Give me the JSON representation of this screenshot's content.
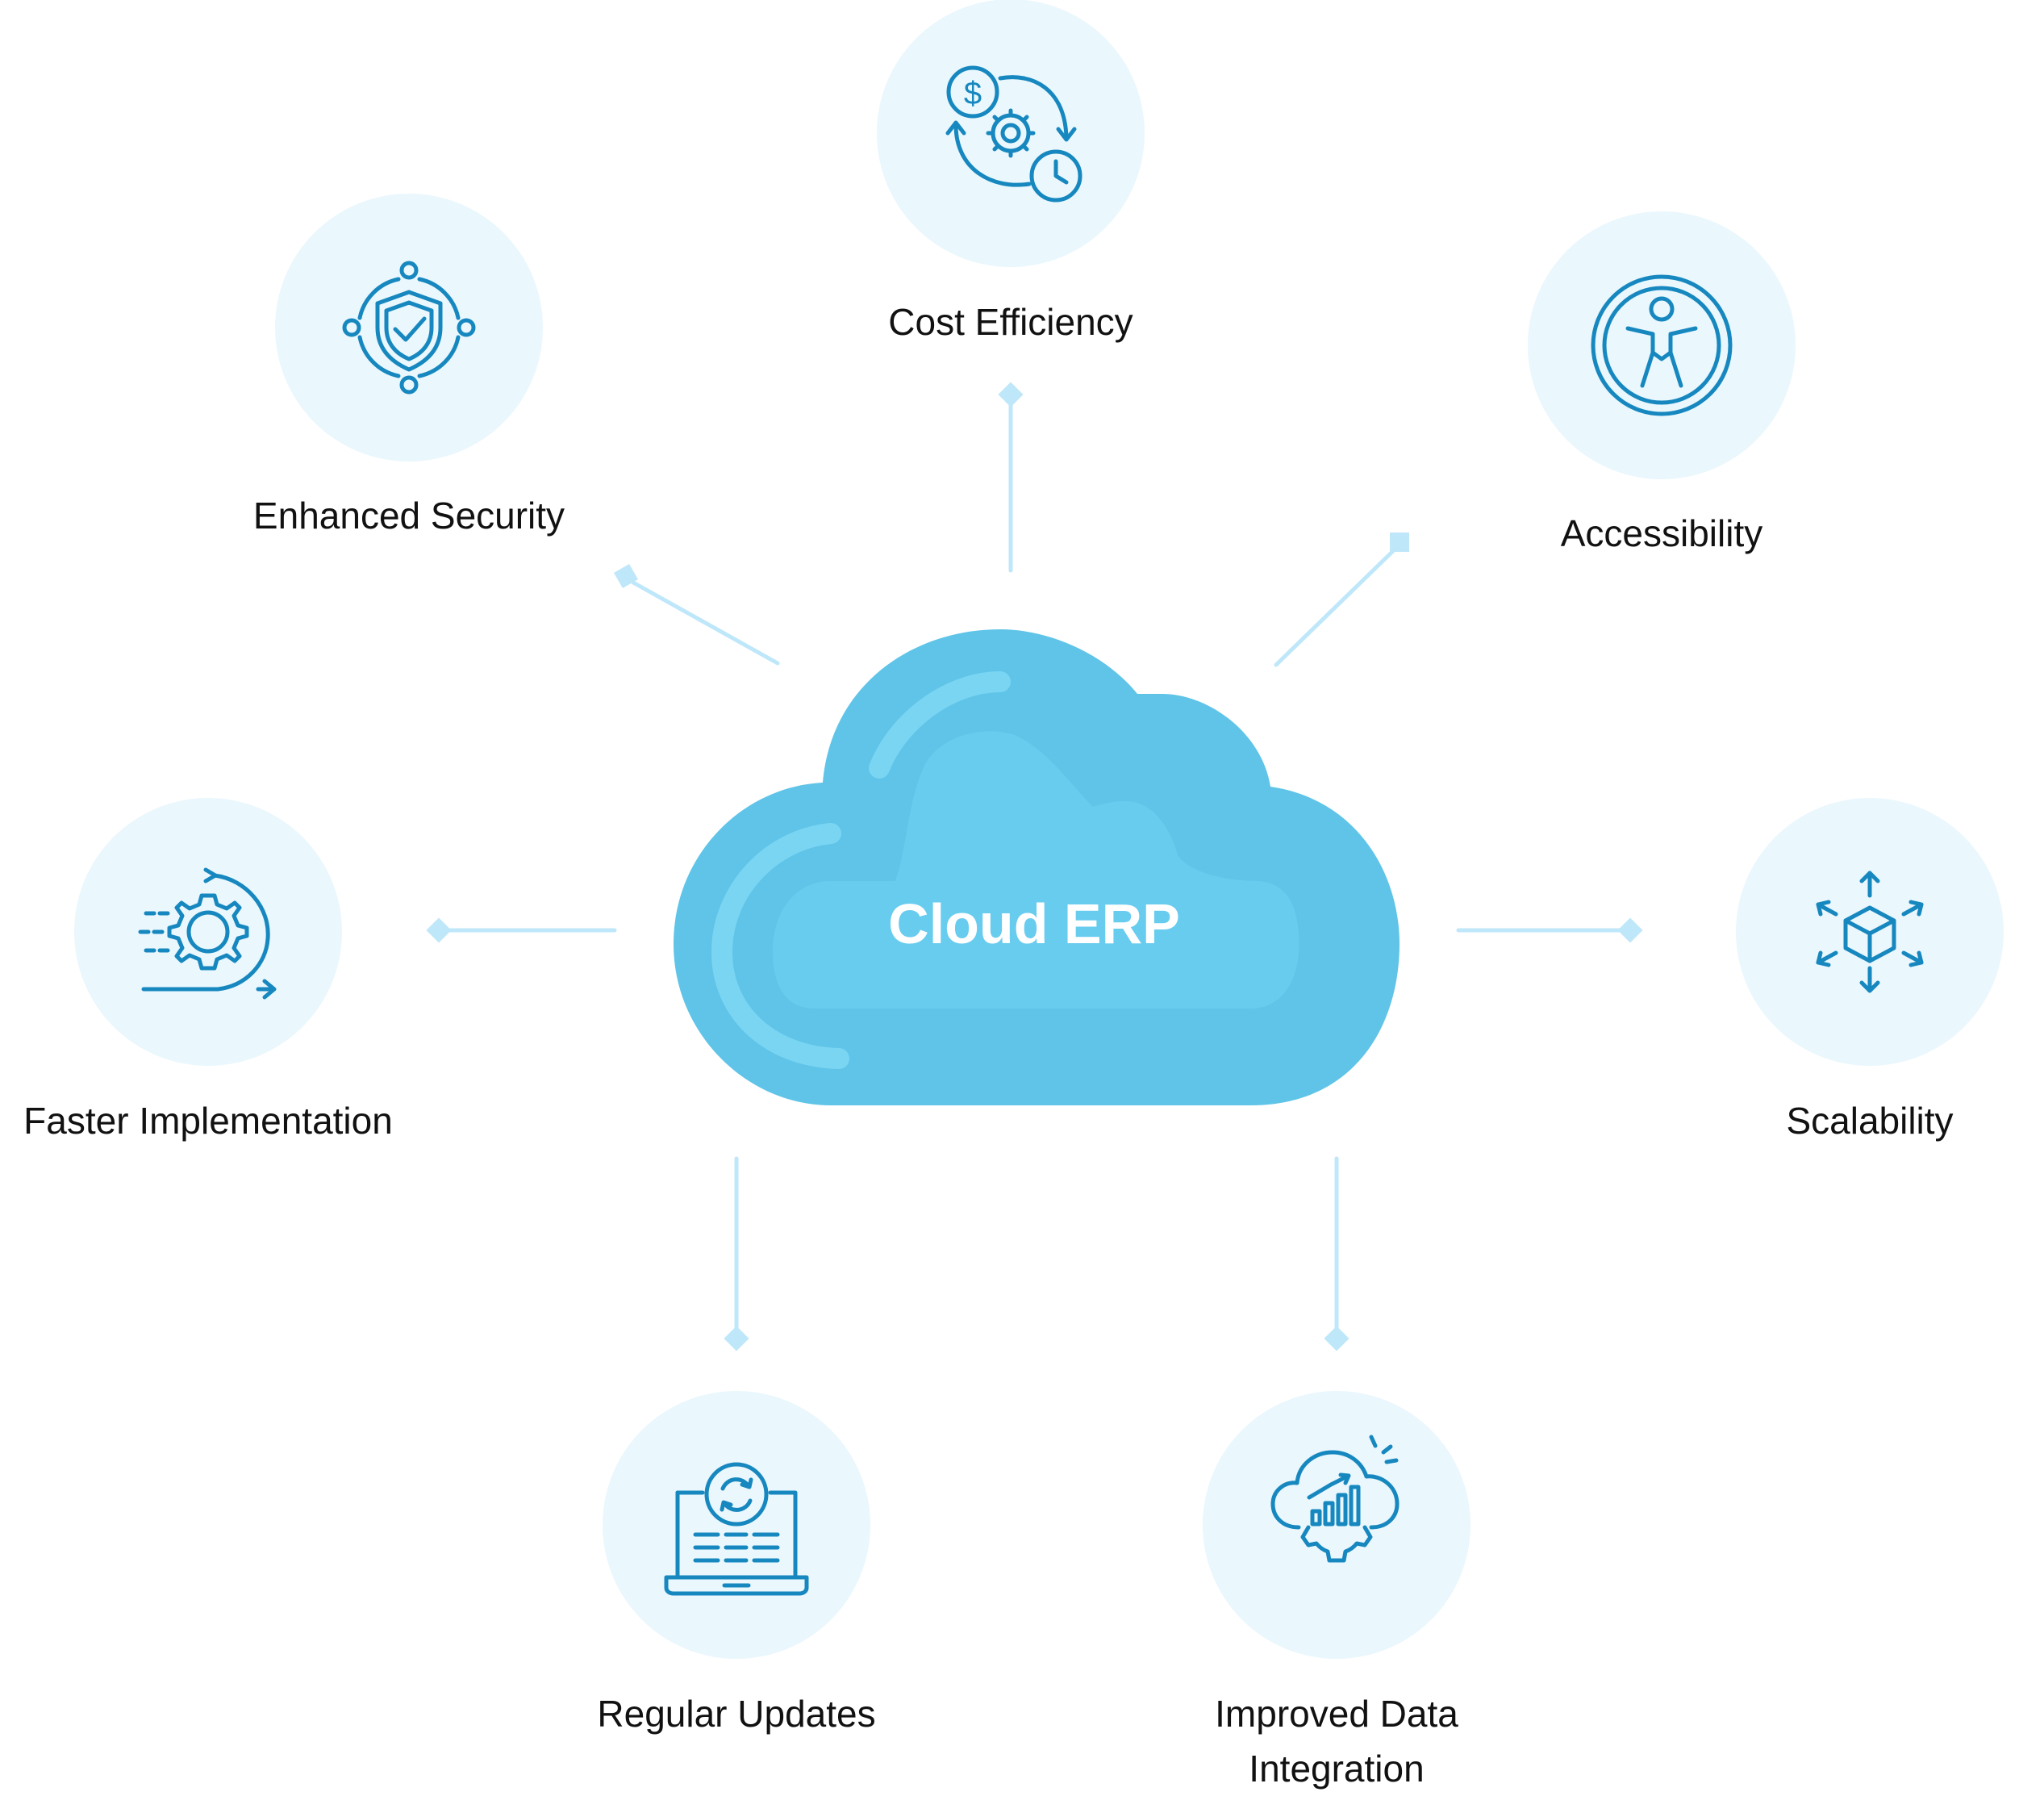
{
  "center": {
    "title": "Cloud ERP"
  },
  "benefits": {
    "cost_efficiency": {
      "label": "Cost Efficiency",
      "icon": "cost-cycle-icon"
    },
    "enhanced_security": {
      "label": "Enhanced Security",
      "icon": "shield-check-icon"
    },
    "accessibility": {
      "label": "Accessibility",
      "icon": "accessibility-person-icon"
    },
    "faster_implementation": {
      "label": "Faster Implementation",
      "icon": "fast-gear-icon"
    },
    "scalability": {
      "label": "Scalability",
      "icon": "expanding-cube-icon"
    },
    "regular_updates": {
      "label": "Regular Updates",
      "icon": "laptop-refresh-icon"
    },
    "improved_data_integration": {
      "label": "Improved Data\nIntegration",
      "icon": "cloud-chart-gear-icon"
    }
  },
  "colors": {
    "cloud": "#5fc4e8",
    "cloud_light": "#68ccef",
    "icon_circle": "#eaf7fd",
    "icon_stroke": "#1788bf",
    "connector": "#bfe7fa",
    "label_text": "#111111"
  }
}
